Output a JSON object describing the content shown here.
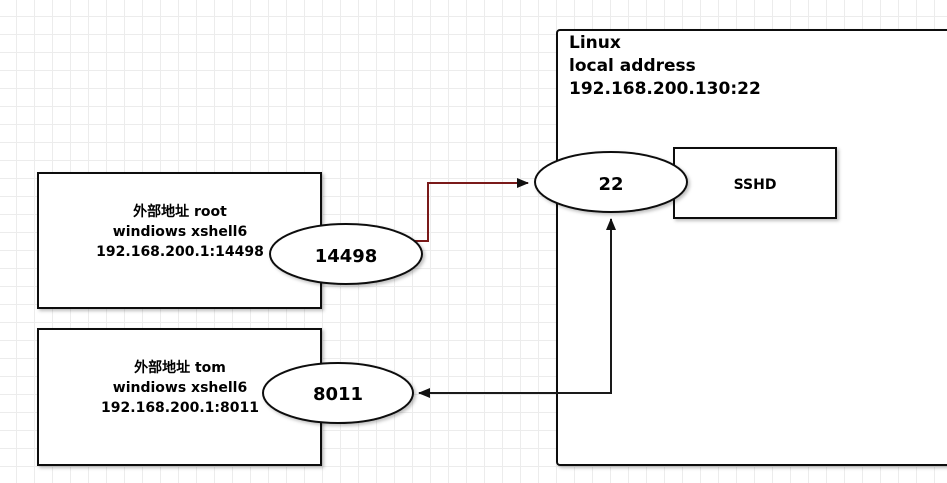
{
  "linux_box": {
    "line1": "Linux",
    "line2": "local address",
    "line3": "192.168.200.130:22"
  },
  "sshd": {
    "label": "SSHD"
  },
  "port22": {
    "label": "22"
  },
  "client_root": {
    "line1": "外部地址 root",
    "line2": "windiows xshell6",
    "line3": "192.168.200.1:14498",
    "port": "14498"
  },
  "client_tom": {
    "line1": "外部地址 tom",
    "line2": "windiows xshell6",
    "line3": "192.168.200.1:8011",
    "port": "8011"
  },
  "colors": {
    "root_connection": "#7a1a1a",
    "tom_connection": "#1a1a1a",
    "stroke": "#111111"
  }
}
